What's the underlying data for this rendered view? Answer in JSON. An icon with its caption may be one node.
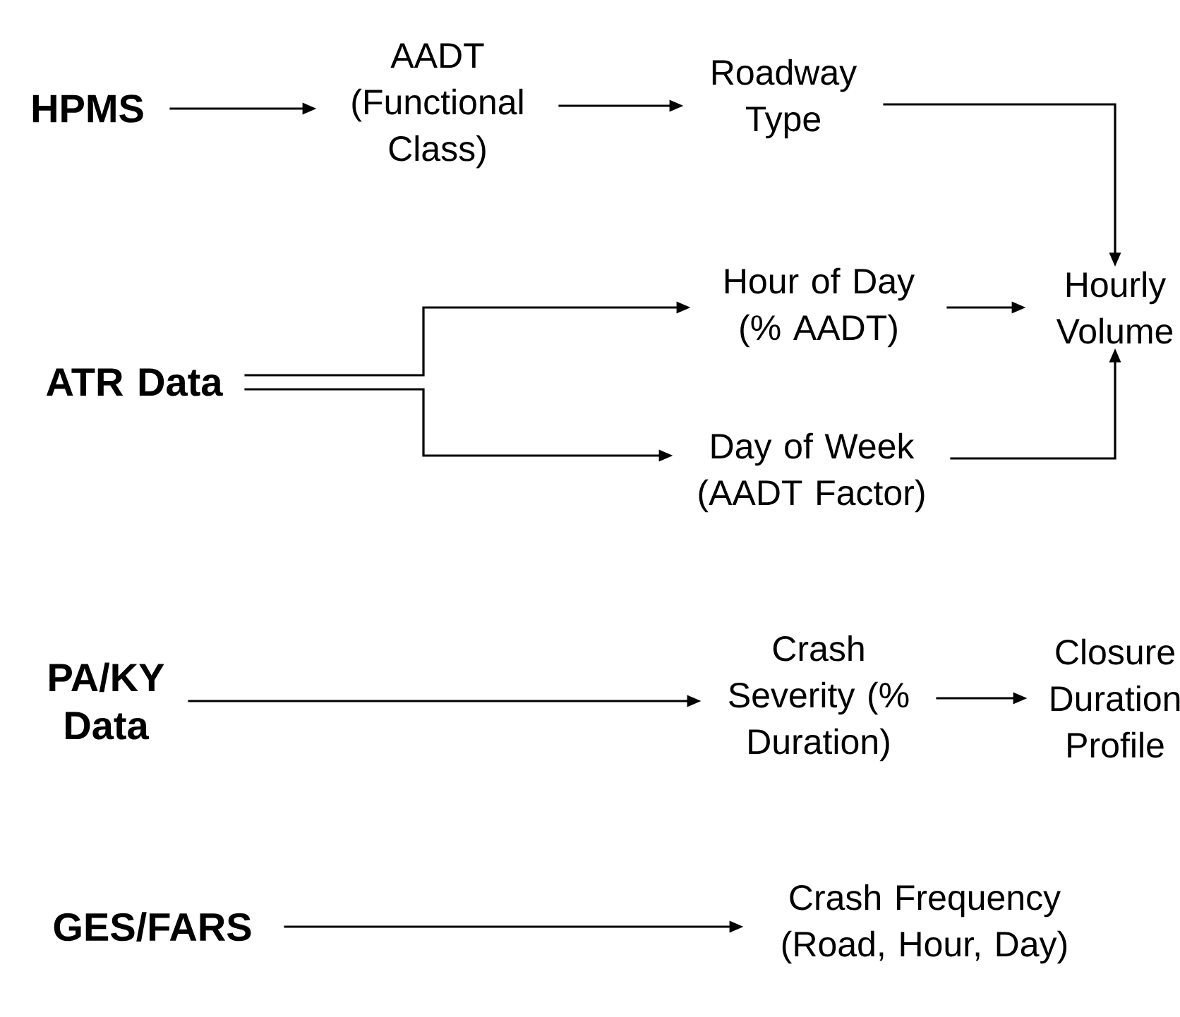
{
  "diagram": {
    "nodes": [
      {
        "text": [
          "HPMS"
        ]
      },
      {
        "text": [
          "AADT (Functional Class)"
        ]
      },
      {
        "text": [
          "Roadway Type"
        ]
      },
      {
        "text": [
          "Hourly Volume"
        ]
      },
      {
        "text": [
          "Hour of Day (% AADT)"
        ]
      },
      {
        "text": [
          "ATR Data"
        ]
      },
      {
        "text": [
          "Day of Week (AADT Factor)"
        ]
      },
      {
        "text": [
          "PA/KY Data"
        ]
      },
      {
        "text": [
          "Crash Severity (% Duration)"
        ]
      },
      {
        "text": [
          "Closure Duration Profile"
        ]
      },
      {
        "text": [
          "GES/FARS"
        ]
      },
      {
        "text": [
          "Crash Frequency (Road, Hour, Day)"
        ]
      }
    ],
    "edges": [
      {
        "from": 0,
        "to": 1,
        "arrow": "to"
      },
      {
        "from": 1,
        "to": 2,
        "arrow": "to"
      },
      {
        "from": 2,
        "to": 3,
        "arrow": "to"
      },
      {
        "from": 4,
        "to": 3,
        "arrow": "to"
      },
      {
        "from": 5,
        "to": 4,
        "arrow": "to"
      },
      {
        "from": 5,
        "to": 6,
        "arrow": "to"
      },
      {
        "from": 6,
        "to": 3,
        "arrow": "to"
      },
      {
        "from": 7,
        "to": 8,
        "arrow": "to"
      },
      {
        "from": 8,
        "to": 9,
        "arrow": "to"
      },
      {
        "from": 10,
        "to": 11,
        "arrow": "to"
      }
    ]
  }
}
